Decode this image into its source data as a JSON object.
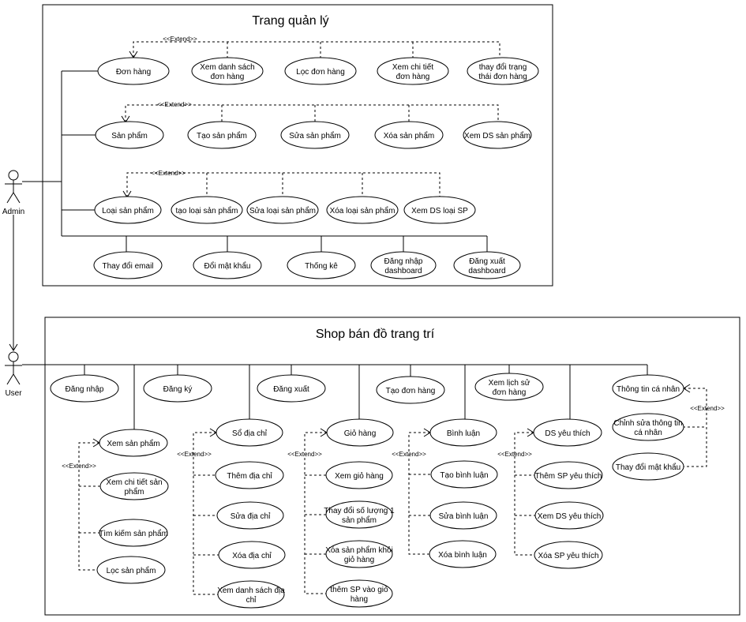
{
  "systems": [
    {
      "id": "admin_sys",
      "title": "Trang quản lý"
    },
    {
      "id": "shop_sys",
      "title": "Shop bán đồ trang trí"
    }
  ],
  "actors": [
    {
      "id": "admin",
      "label": "Admin"
    },
    {
      "id": "user",
      "label": "User"
    }
  ],
  "use_cases": [
    {
      "id": "don_hang",
      "lines": [
        "Đơn hàng"
      ]
    },
    {
      "id": "xem_ds_don",
      "lines": [
        "Xem danh sách",
        "đơn hàng"
      ]
    },
    {
      "id": "loc_don",
      "lines": [
        "Lọc đơn hàng"
      ]
    },
    {
      "id": "xem_ct_don",
      "lines": [
        "Xem chi tiết",
        "đơn hàng"
      ]
    },
    {
      "id": "doi_tt_don",
      "lines": [
        "thay đổi trạng",
        "thái đơn hàng"
      ]
    },
    {
      "id": "san_pham",
      "lines": [
        "Sản phẩm"
      ]
    },
    {
      "id": "tao_sp",
      "lines": [
        "Tạo sản phẩm"
      ]
    },
    {
      "id": "sua_sp",
      "lines": [
        "Sửa sản phẩm"
      ]
    },
    {
      "id": "xoa_sp",
      "lines": [
        "Xóa sản phẩm"
      ]
    },
    {
      "id": "xem_ds_sp",
      "lines": [
        "Xem DS sản phẩm"
      ]
    },
    {
      "id": "loai_sp",
      "lines": [
        "Loại sản phẩm"
      ]
    },
    {
      "id": "tao_loai",
      "lines": [
        "tạo loại sản phẩm"
      ]
    },
    {
      "id": "sua_loai",
      "lines": [
        "Sửa loại sản phẩm"
      ]
    },
    {
      "id": "xoa_loai",
      "lines": [
        "Xóa loại sản phẩm"
      ]
    },
    {
      "id": "xem_ds_loai",
      "lines": [
        "Xem DS loại SP"
      ]
    },
    {
      "id": "doi_email",
      "lines": [
        "Thay đổi email"
      ]
    },
    {
      "id": "doi_mk_admin",
      "lines": [
        "Đổi mật khẩu"
      ]
    },
    {
      "id": "thong_ke",
      "lines": [
        "Thống kê"
      ]
    },
    {
      "id": "dn_dashboard",
      "lines": [
        "Đăng nhập",
        "dashboard"
      ]
    },
    {
      "id": "dx_dashboard",
      "lines": [
        "Đăng xuất",
        "dashboard"
      ]
    },
    {
      "id": "dang_nhap",
      "lines": [
        "Đăng nhập"
      ]
    },
    {
      "id": "dang_ky",
      "lines": [
        "Đăng ký"
      ]
    },
    {
      "id": "dang_xuat",
      "lines": [
        "Đăng xuất"
      ]
    },
    {
      "id": "tao_don",
      "lines": [
        "Tạo đơn hàng"
      ]
    },
    {
      "id": "lich_su_don",
      "lines": [
        "Xem lịch sử",
        "đơn hàng"
      ]
    },
    {
      "id": "thong_tin_cn",
      "lines": [
        "Thông tin cá nhân"
      ]
    },
    {
      "id": "xem_sp",
      "lines": [
        "Xem sản phẩm"
      ]
    },
    {
      "id": "xem_ct_sp",
      "lines": [
        "Xem chi tiết sản",
        "phẩm"
      ]
    },
    {
      "id": "tim_kiem_sp",
      "lines": [
        "Tìm kiếm sản phẩm"
      ]
    },
    {
      "id": "loc_sp",
      "lines": [
        "Lọc sản phẩm"
      ]
    },
    {
      "id": "so_dia_chi",
      "lines": [
        "Sổ địa chỉ"
      ]
    },
    {
      "id": "them_dc",
      "lines": [
        "Thêm địa chỉ"
      ]
    },
    {
      "id": "sua_dc",
      "lines": [
        "Sửa địa chỉ"
      ]
    },
    {
      "id": "xoa_dc",
      "lines": [
        "Xóa địa chỉ"
      ]
    },
    {
      "id": "xem_ds_dc",
      "lines": [
        "Xem danh sách địa",
        "chỉ"
      ]
    },
    {
      "id": "gio_hang",
      "lines": [
        "Giỏ hàng"
      ]
    },
    {
      "id": "xem_gio",
      "lines": [
        "Xem giỏ hàng"
      ]
    },
    {
      "id": "doi_sl",
      "lines": [
        "Thay đổi số lượng 1",
        "sản phẩm"
      ]
    },
    {
      "id": "xoa_sp_gio",
      "lines": [
        "Xóa sản phẩm khỏi",
        "giỏ hàng"
      ]
    },
    {
      "id": "them_sp_gio",
      "lines": [
        "thêm SP vào  giỏ",
        "hàng"
      ]
    },
    {
      "id": "binh_luan",
      "lines": [
        "Bình luận"
      ]
    },
    {
      "id": "tao_bl",
      "lines": [
        "Tạo bình luận"
      ]
    },
    {
      "id": "sua_bl",
      "lines": [
        "Sửa bình luận"
      ]
    },
    {
      "id": "xoa_bl",
      "lines": [
        "Xóa bình luận"
      ]
    },
    {
      "id": "ds_yeu_thich",
      "lines": [
        "DS yêu thích"
      ]
    },
    {
      "id": "them_yt",
      "lines": [
        "Thêm SP yêu thích"
      ]
    },
    {
      "id": "xem_ds_yt",
      "lines": [
        "Xem DS yêu thích"
      ]
    },
    {
      "id": "xoa_yt",
      "lines": [
        "Xóa SP yêu thích"
      ]
    },
    {
      "id": "chinh_sua_tt",
      "lines": [
        "Chỉnh sửa thông tin",
        "cá nhân"
      ]
    },
    {
      "id": "doi_mk_user",
      "lines": [
        "Thay đổi mật khẩu"
      ]
    }
  ],
  "extend_label": "<<Extend>>",
  "colors": {
    "line": "#000000",
    "fill": "#ffffff",
    "text": "#000000"
  }
}
